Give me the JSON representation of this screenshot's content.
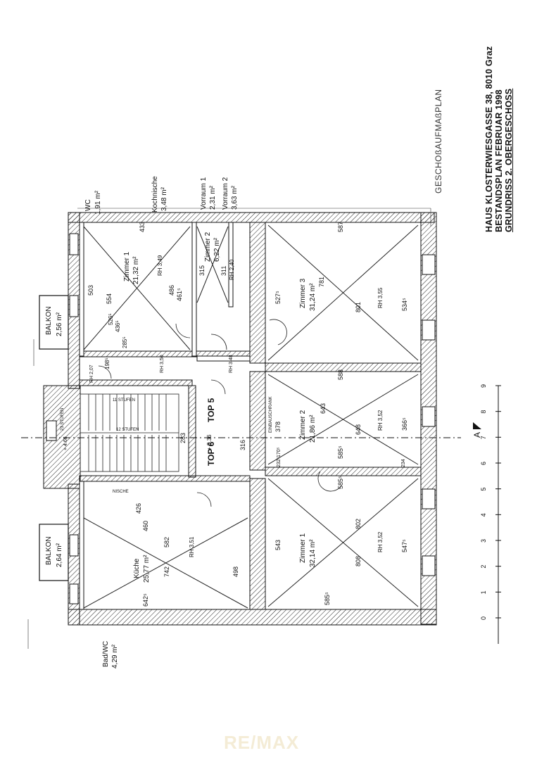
{
  "header": {
    "line1": "HAUS KLOSTERWIESGASSE 38, 8010 Graz",
    "line2": "BESTANDSPLAN FEBRUAR 1998",
    "line3": "GRUNDRISS 2. OBERGESCHOSS",
    "subtitle": "GESCHOßAUFMAßPLAN"
  },
  "rooms": {
    "zimmer1_top": {
      "name": "Zimmer 1",
      "area": "21,32 m²",
      "rh": "RH 3,49"
    },
    "zimmer2_top": {
      "name": "Zimmer 2",
      "area": "6,22 m²",
      "rh": "RH 2,40"
    },
    "zimmer3": {
      "name": "Zimmer 3",
      "area": "31,24 m²",
      "rh": "RH 3,55"
    },
    "zimmer2_mid": {
      "name": "Zimmer 2",
      "area": "21,86 m²",
      "rh": "RH 3,52"
    },
    "zimmer1_bot": {
      "name": "Zimmer 1",
      "area": "32,14 m²",
      "rh": "RH 3,52"
    },
    "kueche": {
      "name": "Küche",
      "area": "25,77 m²",
      "rh": "RH 3,51"
    },
    "wc": {
      "name": "WC",
      "area": "1,91 m²"
    },
    "kochnische": {
      "name": "Kochnische",
      "area": "3,48 m²"
    },
    "vorraum1": {
      "name": "Vorraum 1",
      "area": "2,31 m²"
    },
    "vorraum2": {
      "name": "Vorraum 2",
      "area": "3,63 m²"
    },
    "badwc": {
      "name": "Bad/WC",
      "area": "4,29 m²"
    },
    "balkon_top": {
      "name": "BALKON",
      "area": "2,56 m²"
    },
    "balkon_bot": {
      "name": "BALKON",
      "area": "2,64 m²"
    },
    "top5": "TOP 5",
    "top6": "TOP 6",
    "einbauschrank": "EINBAUSCHRANK",
    "nische": "NISCHE",
    "rh_small1": "RH 2,07",
    "rh_small2": "RH 3,48",
    "rh_small3": "RH 3,50"
  },
  "dimensions": {
    "d433": "433",
    "d503": "503",
    "d486": "486",
    "d554": "554",
    "d465": "461⁵",
    "d315": "315",
    "d311": "311",
    "d527": "527⁵",
    "d534": "534⁵",
    "d587": "587",
    "d781": "781",
    "d801": "801",
    "d588": "588",
    "d378": "378",
    "d366": "366⁵",
    "d643": "643",
    "d648": "648",
    "d585a": "585⁵",
    "d585b": "585⁵",
    "d585c": "585⁵",
    "d543": "543",
    "d547": "547⁵",
    "d802": "802",
    "d808": "808",
    "d460": "460",
    "d582": "582",
    "d742": "742",
    "d642": "642⁵",
    "d498": "498",
    "d426": "426",
    "d283": "283",
    "d316": "316",
    "d232": "232⁵",
    "d234": "234",
    "d170": "170⁵",
    "d285": "285⁵",
    "d436": "436⁵",
    "d526": "526⁵",
    "d198": "198⁵"
  },
  "stair": {
    "label1": "23 STUFEN",
    "label2": "11 STUFEN",
    "label3": "12 STUFEN",
    "level1": "+ 8.36",
    "level2": "+ 4.66"
  },
  "scale": {
    "marker": "A",
    "ticks": [
      "0",
      "1",
      "2",
      "3",
      "4",
      "5",
      "6",
      "7",
      "8",
      "9"
    ]
  },
  "watermark": "RE/MAX"
}
